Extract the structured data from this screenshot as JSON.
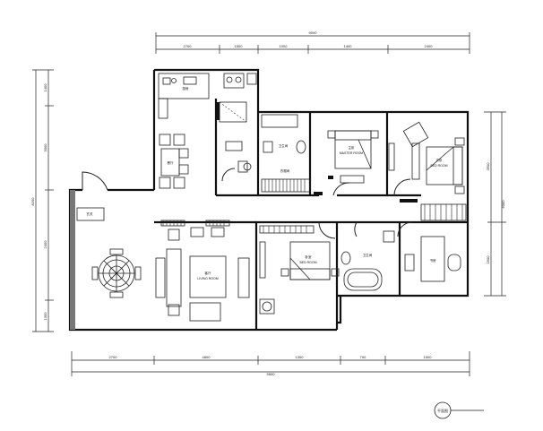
{
  "dimensions": {
    "top_total": "9000",
    "top_segments": [
      "2700",
      "1500",
      "1000",
      "1400",
      "2400"
    ],
    "bottom_total": "9500",
    "bottom_segments": [
      "2700",
      "4800",
      "1300",
      "700",
      "1500"
    ],
    "left_total": "8200",
    "left_segments": [
      "1400",
      "3000",
      "2400",
      "1300"
    ],
    "right_total": "6000",
    "right_segments": [
      "3500",
      "1600"
    ]
  },
  "rooms": {
    "kitchen": "厨房",
    "dining": "餐厅",
    "living": "客厅",
    "living_sub": "LIVING ROOM",
    "master_bedroom": "主卧",
    "master_bedroom_sub": "MASTER ROOM",
    "bedroom_2": "次卧",
    "bedroom_2_sub": "BED ROOM",
    "bedroom_3": "卧室",
    "bedroom_3_sub": "BED ROOM",
    "study": "书房",
    "bath_1": "卫生间",
    "bath_2": "卫生间",
    "cloakroom": "衣帽间",
    "entrance": "玄关"
  },
  "title_block": {
    "label": "平面图"
  }
}
